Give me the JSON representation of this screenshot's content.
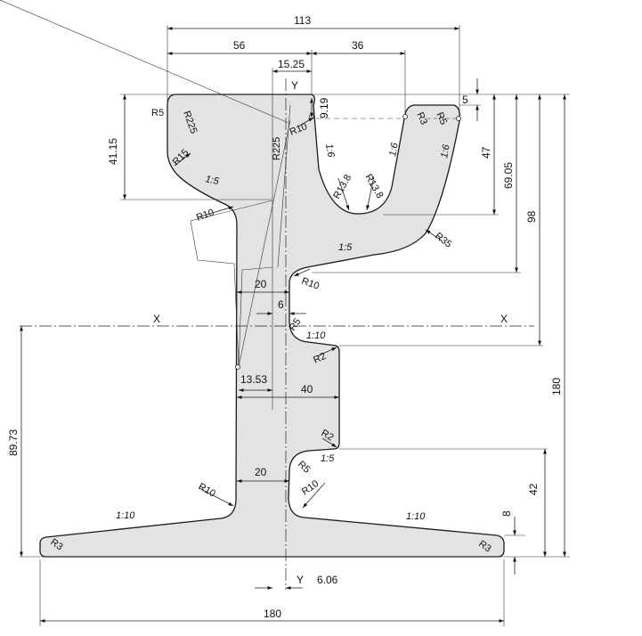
{
  "colors": {
    "profile_fill": "#e3e3e3",
    "line": "#1a1a1a",
    "background": "#ffffff"
  },
  "axes": {
    "x_left": "X",
    "x_right": "X",
    "y_top": "Y",
    "y_bottom": "Y"
  },
  "dimensions": {
    "d113": "113",
    "d56": "56",
    "d36": "36",
    "d15_25": "15.25",
    "d9_19": "9.19",
    "d5": "5",
    "d41_15": "41.15",
    "d47": "47",
    "d69_05": "69.05",
    "d98": "98",
    "d180_right": "180",
    "d89_73": "89.73",
    "d42": "42",
    "d8": "8",
    "d20_top": "20",
    "d6": "6",
    "d13_53": "13.53",
    "d40": "40",
    "d20_bottom": "20",
    "d6_06": "6.06",
    "d180_bottom": "180"
  },
  "radii": {
    "r5_top": "R5",
    "r225_left": "R225",
    "r15": "R15",
    "r10_left": "R10",
    "r225_center": "R225",
    "r10_groove": "R10",
    "r3_top": "R3",
    "r5_tip": "R5",
    "r13_8_a": "R13.8",
    "r13_8_b": "R13.8",
    "r35": "R35",
    "r10_web": "R10",
    "r5_mid": "R5",
    "r2_upper": "R2",
    "r2_lower": "R2",
    "r5_lower": "R5",
    "r10_foot_left": "R10",
    "r10_foot_right": "R10",
    "r3_left": "R3",
    "r3_right": "R3"
  },
  "slopes": {
    "s1_5_head": "1:5",
    "s1_6_left": "1:6",
    "s1_6_mid": "1:6",
    "s1_6_right": "1:6",
    "s1_5_web": "1:5",
    "s1_10_mid": "1:10",
    "s1_5_low": "1:5",
    "s1_10_foot_left": "1:10",
    "s1_10_foot_right": "1:10"
  }
}
